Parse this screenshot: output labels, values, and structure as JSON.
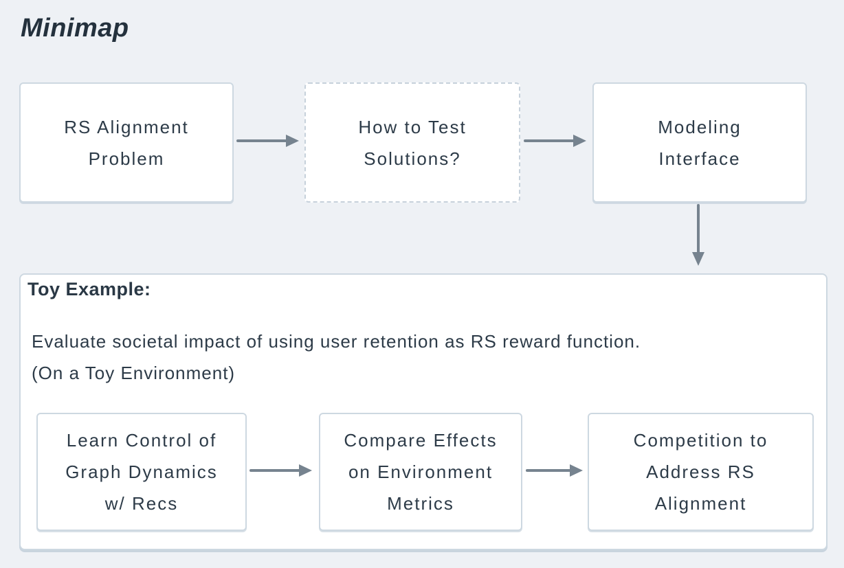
{
  "page": {
    "title": "Minimap",
    "colors": {
      "background": "#eef1f5",
      "box_fill": "#ffffff",
      "box_border_solid": "#cdd8e1",
      "box_border_dashed": "#c6d1db",
      "arrow": "#76838f",
      "text": "#2d3b48"
    }
  },
  "flow": {
    "nodes": [
      {
        "id": "rs-alignment-problem",
        "style": "solid",
        "lines": [
          "RS Alignment",
          "Problem"
        ]
      },
      {
        "id": "how-to-test-solutions",
        "style": "dashed",
        "lines": [
          "How to Test",
          "Solutions?"
        ]
      },
      {
        "id": "modeling-interface",
        "style": "solid",
        "lines": [
          "Modeling",
          "Interface"
        ]
      }
    ],
    "toy_example": {
      "heading": "Toy Example:",
      "description": [
        "Evaluate societal impact of using user retention as RS reward function.",
        "(On a Toy Environment)"
      ],
      "steps": [
        {
          "id": "learn-control",
          "lines": [
            "Learn Control of",
            "Graph Dynamics",
            "w/ Recs"
          ]
        },
        {
          "id": "compare-effects",
          "lines": [
            "Compare Effects",
            "on Environment",
            "Metrics"
          ]
        },
        {
          "id": "competition",
          "lines": [
            "Competition to",
            "Address RS",
            "Alignment"
          ]
        }
      ]
    },
    "icons": {
      "arrow_right": "→",
      "arrow_down": "↓"
    }
  }
}
